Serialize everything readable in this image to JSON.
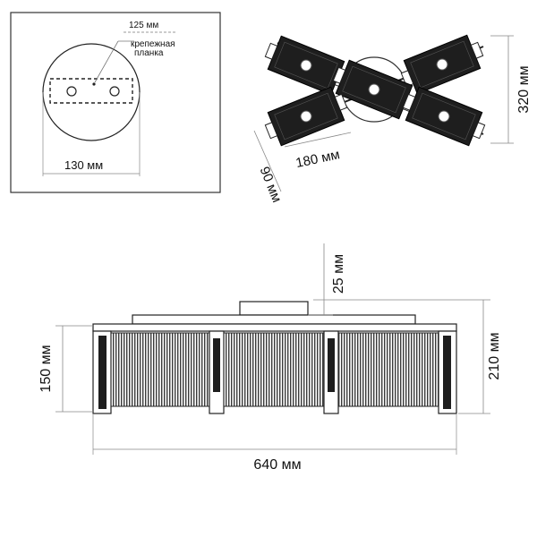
{
  "inset": {
    "plate_width": "125 мм",
    "plate_label_line1": "крепежная",
    "plate_label_line2": "планка",
    "base_diameter": "130 мм"
  },
  "top_view": {
    "height": "320 мм",
    "shade_length": "180 мм",
    "shade_width": "90 мм"
  },
  "front_view": {
    "canopy_height": "25 мм",
    "shade_height": "150 мм",
    "total_height": "210 мм",
    "total_width": "640 мм"
  },
  "colors": {
    "line": "#2b2b2b",
    "dim": "#666666",
    "shade": "#1e1e1e"
  }
}
